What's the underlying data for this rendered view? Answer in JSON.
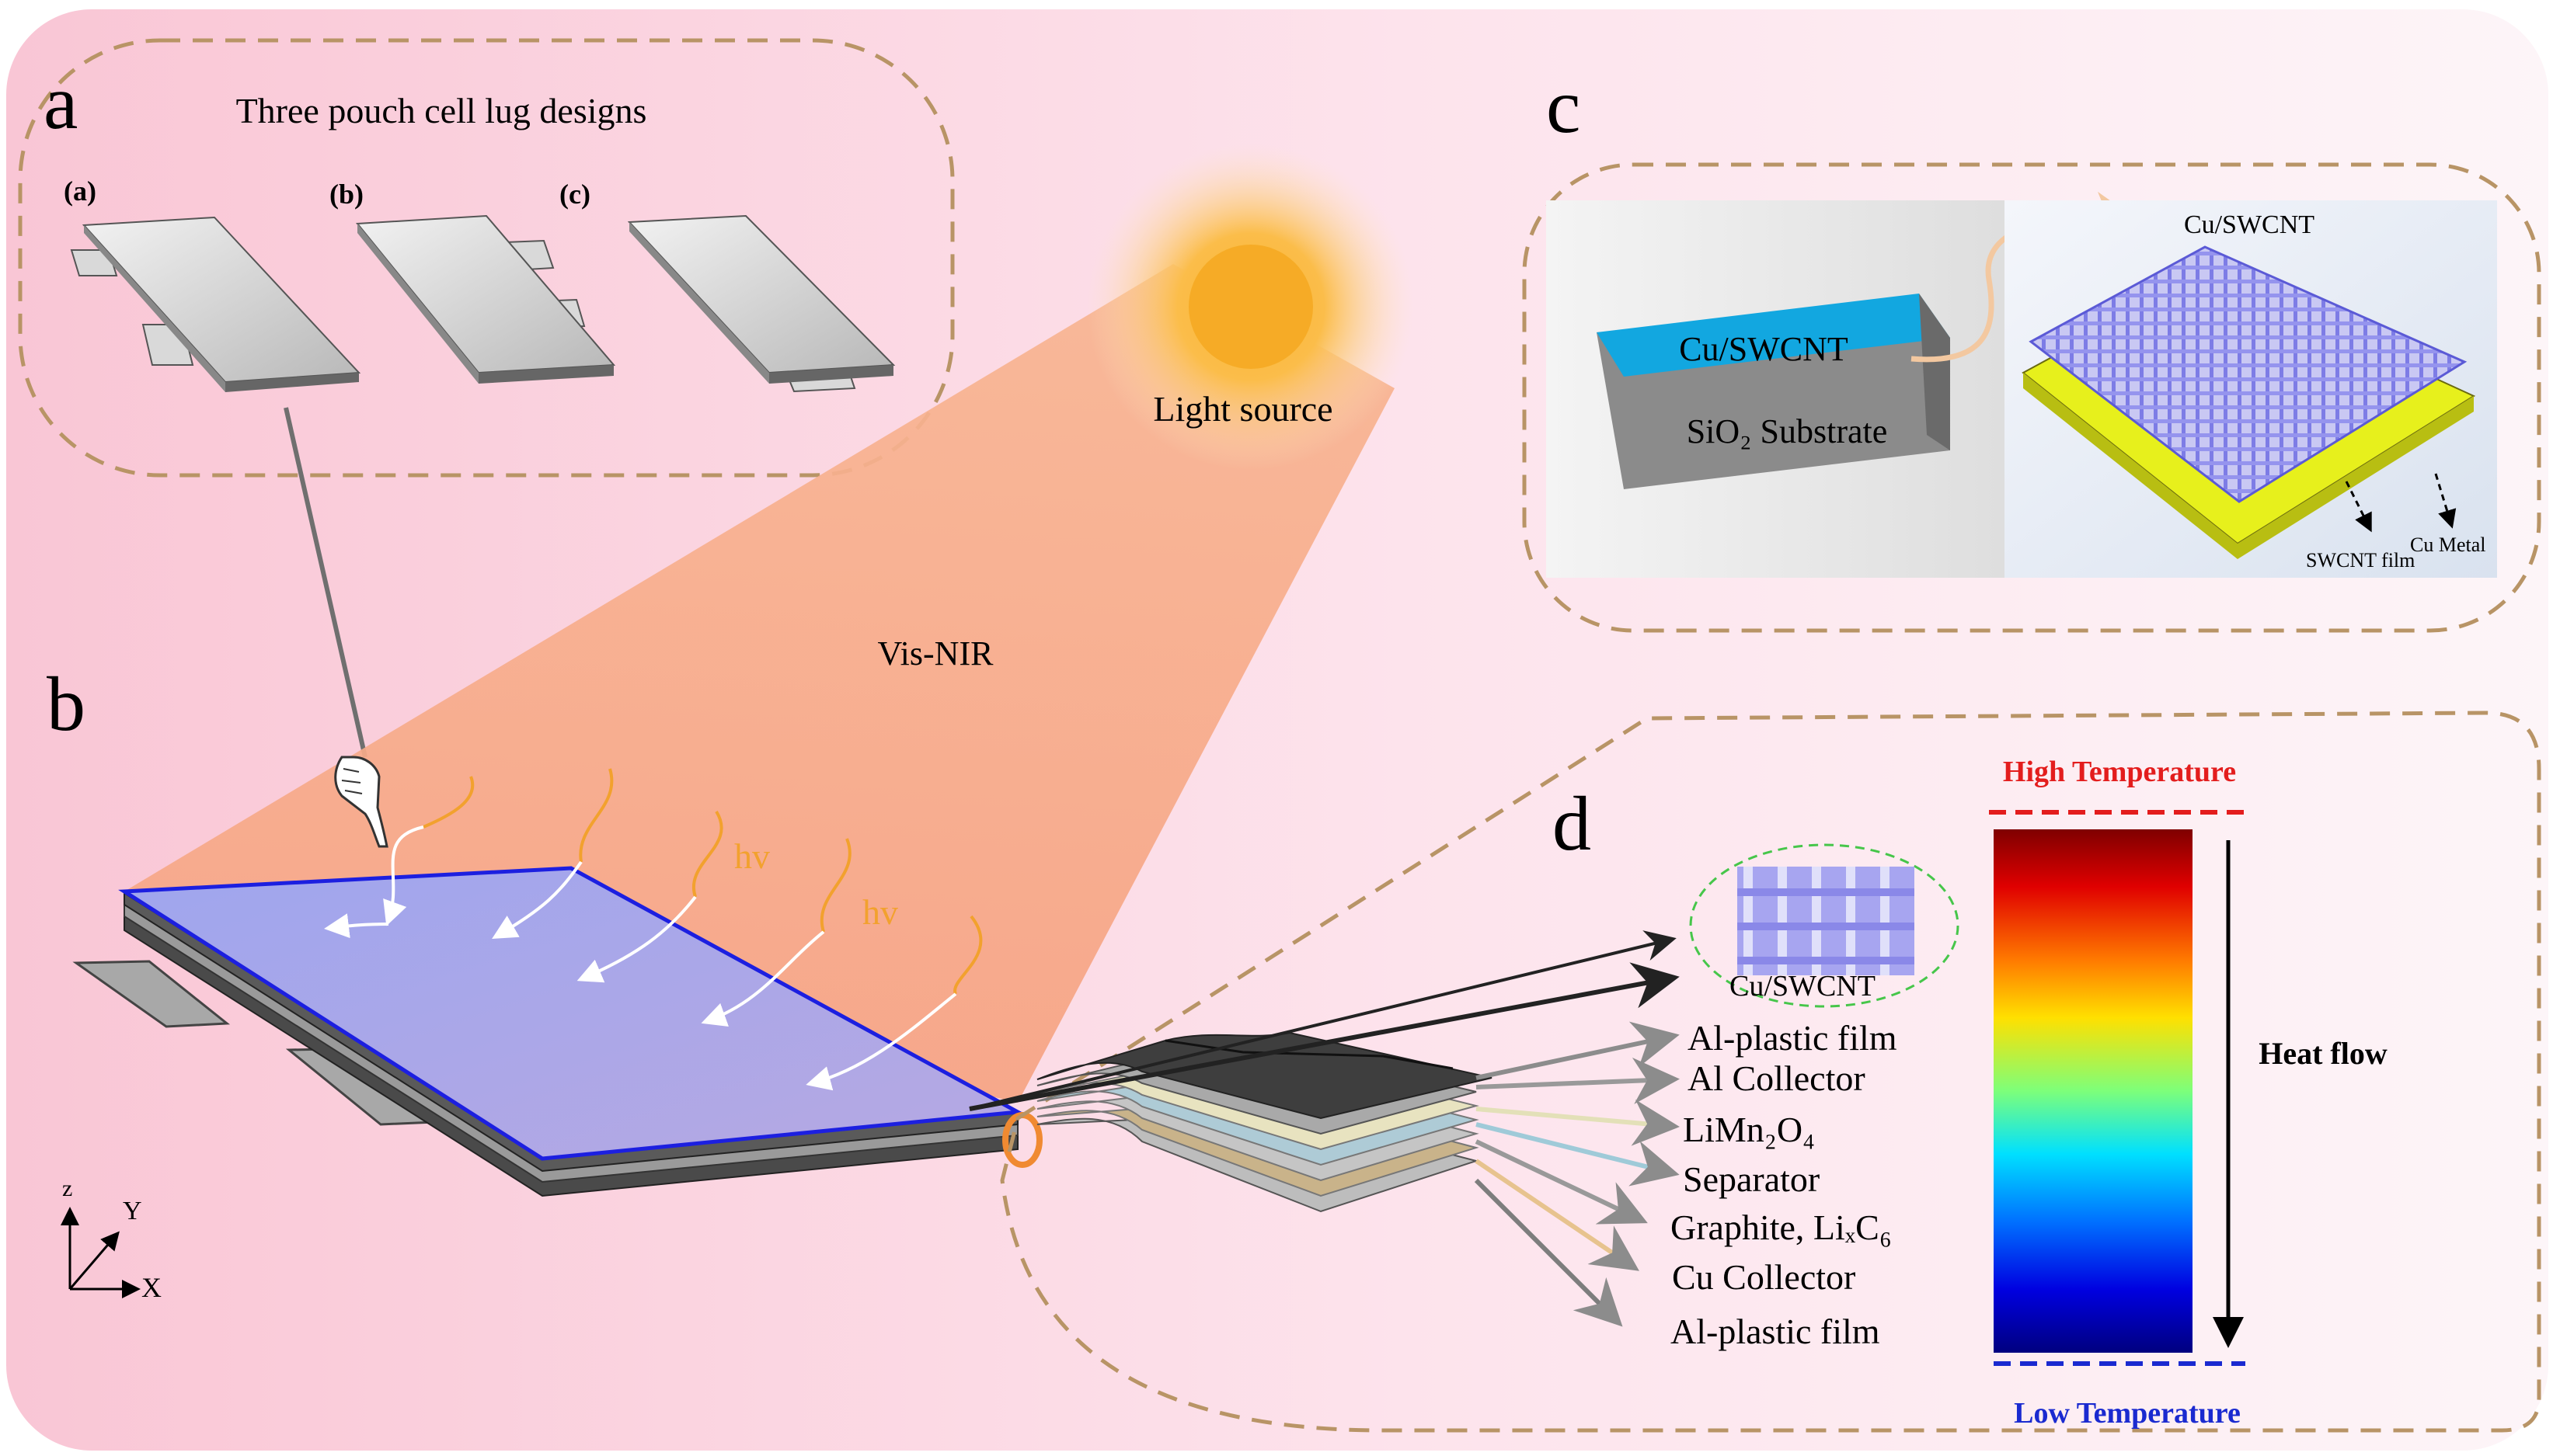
{
  "panel_a": {
    "letter": "a",
    "title": "Three pouch cell lug designs",
    "designs": [
      "(a)",
      "(b)",
      "(c)"
    ]
  },
  "panel_b": {
    "letter": "b",
    "light_source": "Light source",
    "spectrum": "Vis-NIR",
    "photon_labels": [
      "hv",
      "hv"
    ],
    "axes": {
      "z": "z",
      "y": "Y",
      "x": "X"
    }
  },
  "panel_c": {
    "letter": "c",
    "block_top": "Cu/SWCNT",
    "block_side": "SiO₂ Substrate",
    "structure_title": "Cu/SWCNT",
    "swcnt_film": "SWCNT film",
    "cu_metal": "Cu Metal"
  },
  "panel_d": {
    "letter": "d",
    "inset_label": "Cu/SWCNT",
    "layers": [
      "Al-plastic film",
      "Al Collector",
      "LiMn₂O₄",
      "Separator",
      "Graphite, LiₓC₆",
      "Cu Collector",
      "Al-plastic film"
    ],
    "colorbar": {
      "high": "High Temperature",
      "low": "Low Temperature",
      "flow": "Heat flow"
    }
  },
  "colors": {
    "background_left": "#f9c7d6",
    "background_right": "#fdf2f6",
    "dash_border": "#b89466",
    "beam": "#f6a889",
    "cell_top": "#a4a9ec",
    "cell_edge": "#1c1fe0",
    "swcnt_blue": "#8f8ef2",
    "high_red": "#e31d1d",
    "low_blue": "#1a2ad0",
    "photon": "#f2a12e"
  }
}
